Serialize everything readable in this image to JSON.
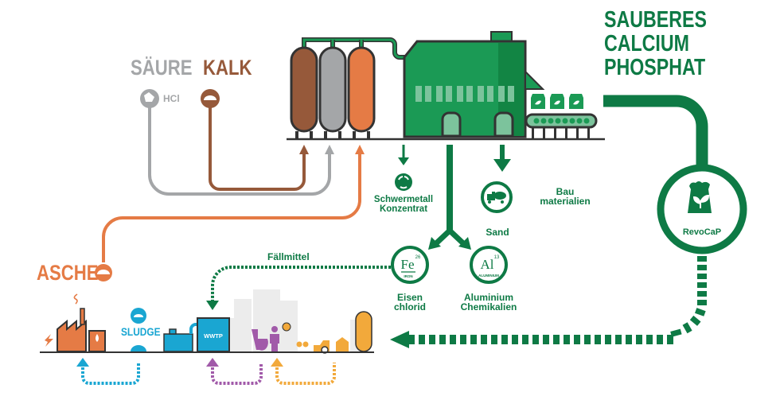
{
  "colors": {
    "green": "#0e7a45",
    "green_light": "#1b9a55",
    "grey": "#a4a6a8",
    "brown": "#96593a",
    "orange": "#e57b45",
    "cyan": "#1aa6d2",
    "purple": "#a15aa9",
    "yellow": "#f2a93b",
    "dark": "#333333"
  },
  "inputs": {
    "acid": {
      "label": "SÄURE",
      "chemical": "HCl"
    },
    "lime": {
      "label": "KALK"
    },
    "ash": {
      "label": "ASCHE"
    }
  },
  "product": {
    "title_lines": [
      "SAUBERES",
      "CALCIUM",
      "PHOSPHAT"
    ],
    "badge_label": "RevoCaP"
  },
  "outputs": {
    "heavy_metal": {
      "line1": "Schwermetall",
      "line2": "Konzentrat"
    },
    "sand": {
      "label": "Sand"
    },
    "building": {
      "line1": "Bau",
      "line2": "materialien"
    },
    "iron": {
      "symbol": "Fe",
      "number": "26",
      "name": "IRON",
      "line1": "Eisen",
      "line2": "chlorid"
    },
    "aluminium": {
      "symbol": "Al",
      "number": "13",
      "name": "ALUMINIUM",
      "line1": "Aluminium",
      "line2": "Chemikalien"
    }
  },
  "flows": {
    "precipitant": "Fällmittel"
  },
  "bottom": {
    "sludge": "SLUDGE",
    "wwtp": "WWTP"
  }
}
